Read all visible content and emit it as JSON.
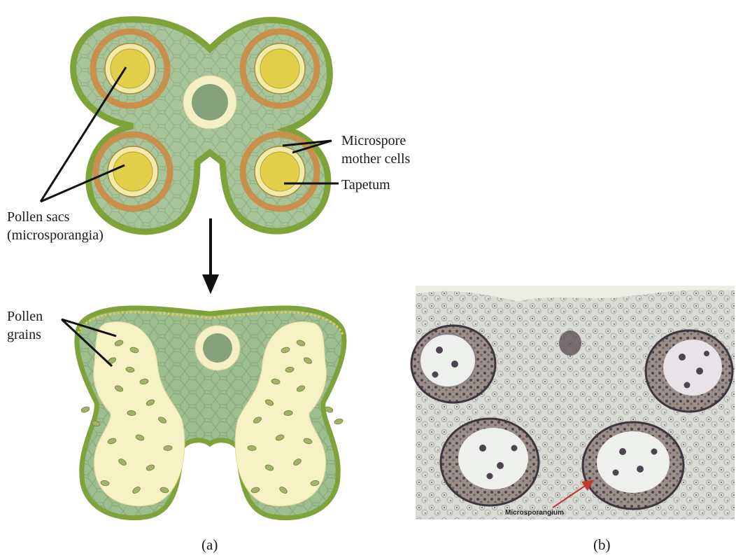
{
  "labels": {
    "microspore": [
      "Microspore",
      "mother cells"
    ],
    "tapetum": "Tapetum",
    "pollen_sacs": [
      "Pollen sacs",
      "(microsporangia)"
    ],
    "pollen_grains": [
      "Pollen",
      "grains"
    ],
    "micrograph": "Microsporangium"
  },
  "captions": {
    "a": "(a)",
    "b": "(b)"
  },
  "colors": {
    "epidermis": "#7ea33a",
    "wall": "#a8c49a",
    "cell_lines": "#8fae82",
    "tapetum": "#c98f4c",
    "sac": "#e3d04a",
    "mother_cells": "#f2eaa8",
    "vascular": "#86a27a",
    "vascular_ring": "#f4efc4",
    "pollen_cavity": "#f7f1c6",
    "pollen_grain": "#a3b36a",
    "photo_bg": "#d8dde0",
    "arrow": "#111111"
  },
  "icons": {
    "process_arrow": "down-arrow-icon",
    "photo_pointer": "red-arrow-icon"
  }
}
